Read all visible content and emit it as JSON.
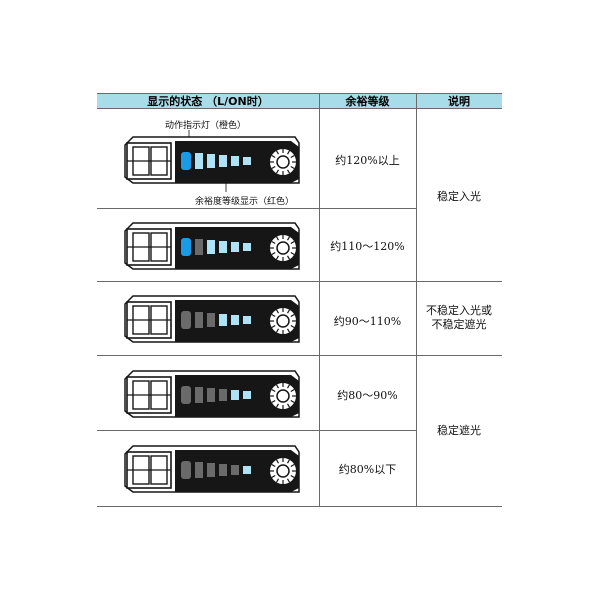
{
  "table": {
    "headers": {
      "state": "显示的状态 （L/ON时）",
      "margin": "余裕等级",
      "desc": "说明"
    },
    "annotations": {
      "action_indicator": "动作指示灯（橙色）",
      "margin_display": "余裕度等级显示（红色）"
    },
    "rows": [
      {
        "margin": "约120%以上",
        "indicator_on": true,
        "lit": [
          true,
          true,
          true,
          true,
          true
        ]
      },
      {
        "margin": "约110～120%",
        "indicator_on": true,
        "lit": [
          false,
          true,
          true,
          true,
          true
        ]
      },
      {
        "margin": "约90～110%",
        "indicator_on": false,
        "lit": [
          false,
          false,
          true,
          true,
          true
        ]
      },
      {
        "margin": "约80～90%",
        "indicator_on": false,
        "lit": [
          false,
          false,
          false,
          true,
          true
        ]
      },
      {
        "margin": "约80%以下",
        "indicator_on": false,
        "lit": [
          false,
          false,
          false,
          false,
          true
        ]
      }
    ],
    "descriptions": {
      "stable_on": "稳定入光",
      "unstable_line1": "不稳定入光或",
      "unstable_line2": "不稳定遮光",
      "stable_off": "稳定遮光"
    }
  },
  "colors": {
    "header_bg": "#a8dce9",
    "indicator_on": "#1a9be6",
    "segment_lit": "#aee3f7",
    "segment_off": "#6a6a6a",
    "device_body": "#161616"
  }
}
